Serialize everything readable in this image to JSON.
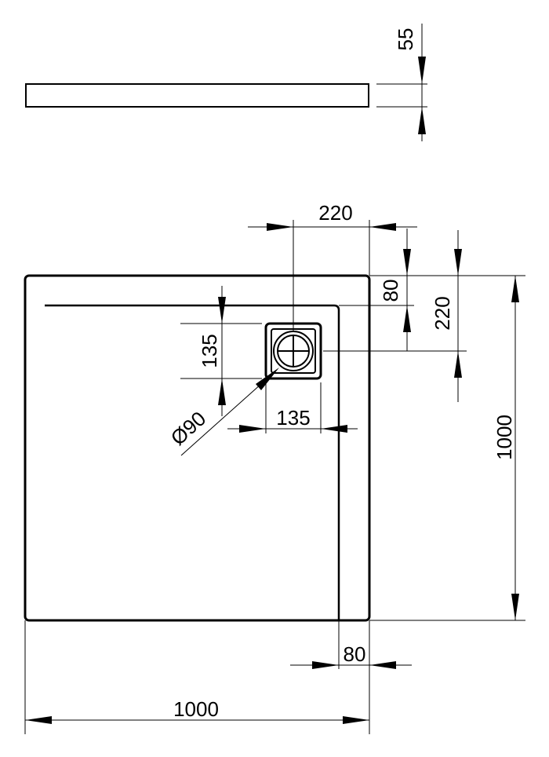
{
  "dimensions": {
    "height_side": "55",
    "drain_offset_x": "220",
    "drain_offset_y": "220",
    "rim_top": "80",
    "rim_right": "80",
    "drain_size_h": "135",
    "drain_size_v": "135",
    "drain_diameter": "Ø90",
    "width": "1000",
    "depth": "1000"
  },
  "colors": {
    "line": "#000000",
    "background": "#ffffff"
  }
}
